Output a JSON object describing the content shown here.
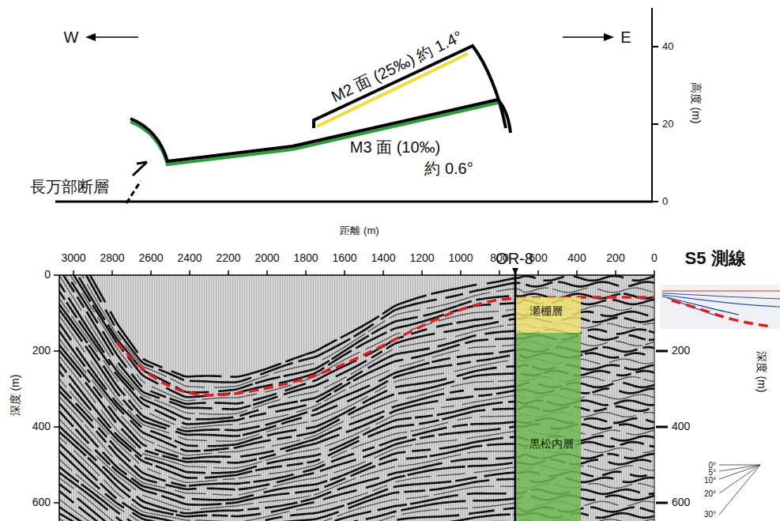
{
  "diagram": {
    "nodes": [
      {
        "text": [
          "瀬棚層"
        ]
      },
      {
        "text": [
          "黒松内層"
        ]
      }
    ],
    "labels": [
      "W",
      "E",
      "M2 面 (25‰) 約 1.4°",
      "M3 面 (10‰)",
      "約 0.6°",
      "40",
      "20",
      "0",
      "高度 (m)",
      "長万部断層",
      "距離 (m)",
      "3000",
      "2800",
      "2600",
      "2400",
      "2200",
      "2000",
      "1800",
      "1600",
      "1400",
      "1200",
      "1000",
      "800",
      "600",
      "400",
      "200",
      "0",
      "OR-8",
      "S5 測線",
      "0",
      "200",
      "400",
      "600",
      "深度 (m)",
      "200",
      "400",
      "600",
      "深度 (m)",
      "0°",
      "5°",
      "10°",
      "20°",
      "30°"
    ]
  }
}
